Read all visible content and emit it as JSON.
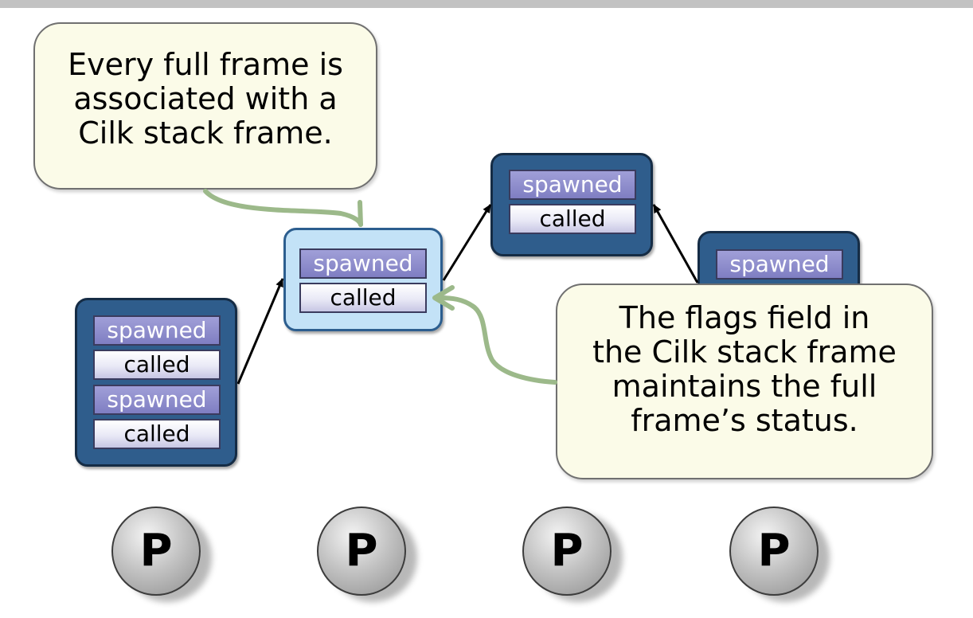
{
  "callouts": {
    "top": {
      "lines": [
        "Every full frame is",
        "associated with a",
        "Cilk stack frame."
      ]
    },
    "bottom": {
      "lines": [
        "The flags field in",
        "the Cilk stack frame",
        "maintains the full",
        "frame’s status."
      ]
    }
  },
  "frames": [
    {
      "cells": [
        "spawned",
        "called",
        "spawned",
        "called"
      ]
    },
    {
      "cells": [
        "spawned",
        "called"
      ]
    },
    {
      "cells": [
        "spawned",
        "called"
      ]
    },
    {
      "cells": [
        "spawned"
      ]
    }
  ],
  "processors": [
    "P",
    "P",
    "P",
    "P"
  ],
  "colors": {
    "frame_dark": "#2f5d8c",
    "frame_highlight": "#c3e2f7",
    "spawned_cell": "#8c8bcc",
    "called_cell": "#ececf8",
    "callout_fill": "#fbfbe8",
    "connector_green": "#9cb98a"
  }
}
